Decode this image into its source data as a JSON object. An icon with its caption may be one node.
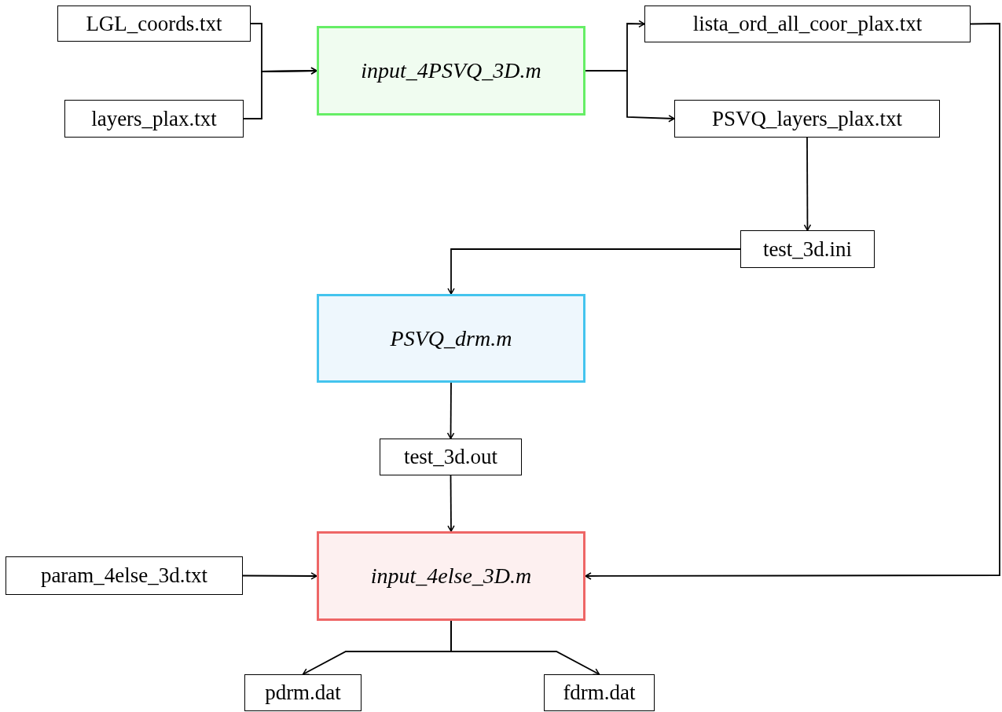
{
  "diagram": {
    "nodes": [
      {
        "text": [
          "LGL_coords.txt"
        ]
      },
      {
        "text": [
          "layers_plax.txt"
        ]
      },
      {
        "text": [
          "input_4PSVQ_3D.m"
        ]
      },
      {
        "text": [
          "lista_ord_all_coor_plax.txt"
        ]
      },
      {
        "text": [
          "PSVQ_layers_plax.txt"
        ]
      },
      {
        "text": [
          "test_3d.ini"
        ]
      },
      {
        "text": [
          "PSVQ_drm.m"
        ]
      },
      {
        "text": [
          "test_3d.out"
        ]
      },
      {
        "text": [
          "input_4else_3D.m"
        ]
      },
      {
        "text": [
          "param_4else_3d.txt"
        ]
      },
      {
        "text": [
          "pdrm.dat"
        ]
      },
      {
        "text": [
          "fdrm.dat"
        ]
      }
    ],
    "edges": [
      {
        "from": 0,
        "to": 2,
        "arrow": "to"
      },
      {
        "from": 1,
        "to": 2,
        "arrow": "to"
      },
      {
        "from": 2,
        "to": 3,
        "arrow": "to"
      },
      {
        "from": 2,
        "to": 4,
        "arrow": "to"
      },
      {
        "from": 4,
        "to": 5,
        "arrow": "to"
      },
      {
        "from": 5,
        "to": 6,
        "arrow": "to"
      },
      {
        "from": 3,
        "to": 8,
        "arrow": "to"
      },
      {
        "from": 6,
        "to": 7,
        "arrow": "to"
      },
      {
        "from": 7,
        "to": 8,
        "arrow": "to"
      },
      {
        "from": 9,
        "to": 8,
        "arrow": "to"
      },
      {
        "from": 8,
        "to": 10,
        "arrow": "to"
      },
      {
        "from": 8,
        "to": 11,
        "arrow": "to"
      }
    ]
  }
}
